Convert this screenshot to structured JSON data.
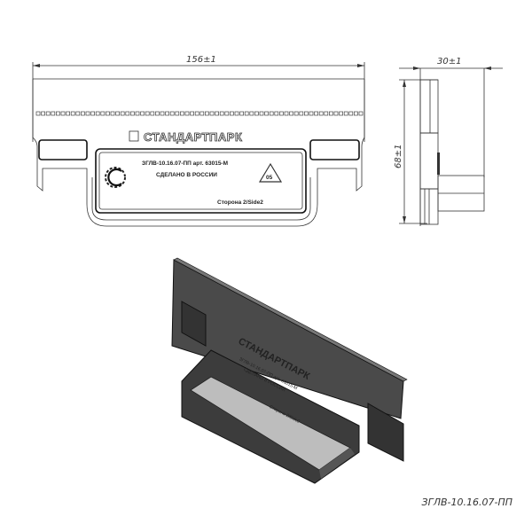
{
  "drawing": {
    "dimensions": {
      "width": "156±1",
      "depth": "30±1",
      "height": "68±1"
    },
    "brand": "СТАНДАРТПАРК",
    "article_line": "ЗГЛВ-10.16.07-ПП арт. 63015-М",
    "made_in": "СДЕЛАНО В РОССИИ",
    "side": "Сторона 2/Side2",
    "recycle_code": "05",
    "caption": "ЗГЛВ-10.16.07-ПП",
    "colors": {
      "line": "#333333",
      "body_3d": "#4a4a4a",
      "tray_inner": "#bdbdbd"
    }
  }
}
